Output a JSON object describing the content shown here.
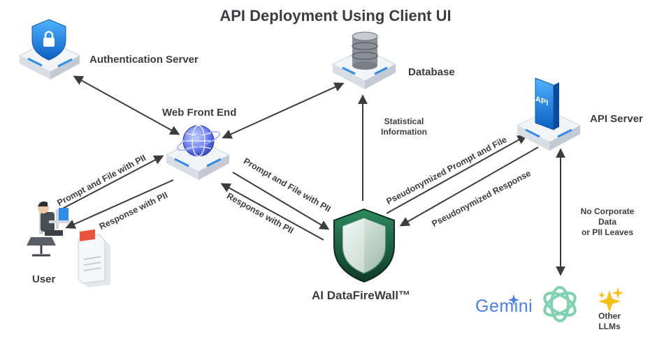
{
  "title": "API Deployment Using Client UI",
  "nodes": {
    "auth_server": "Authentication Server",
    "database": "Database",
    "web_front_end": "Web Front End",
    "api_server": "API Server",
    "user": "User",
    "firewall": "AI DataFireWall™",
    "other_llms": [
      "Other",
      "LLMs"
    ],
    "gemini": "Gemini",
    "api_badge": "API",
    "pdf_badge": "PDF"
  },
  "edges": {
    "statistical_info": [
      "Statistical",
      "Information"
    ],
    "user_prompt": "Prompt and File with PII",
    "user_response": "Response with PII",
    "fw_prompt": "Prompt and File with PII",
    "fw_response": "Response with PII",
    "pseudo_prompt": "Pseudonymized Prompt and File",
    "pseudo_response": "Pseudonymized Response",
    "no_corporate": [
      "No Corporate",
      "Data",
      "or PII Leaves"
    ]
  },
  "colors": {
    "arrow": "#3a3c40",
    "accent_blue": "#1e88e5",
    "shield_green": "#1f6b4a",
    "platform": "#eef1f5"
  }
}
